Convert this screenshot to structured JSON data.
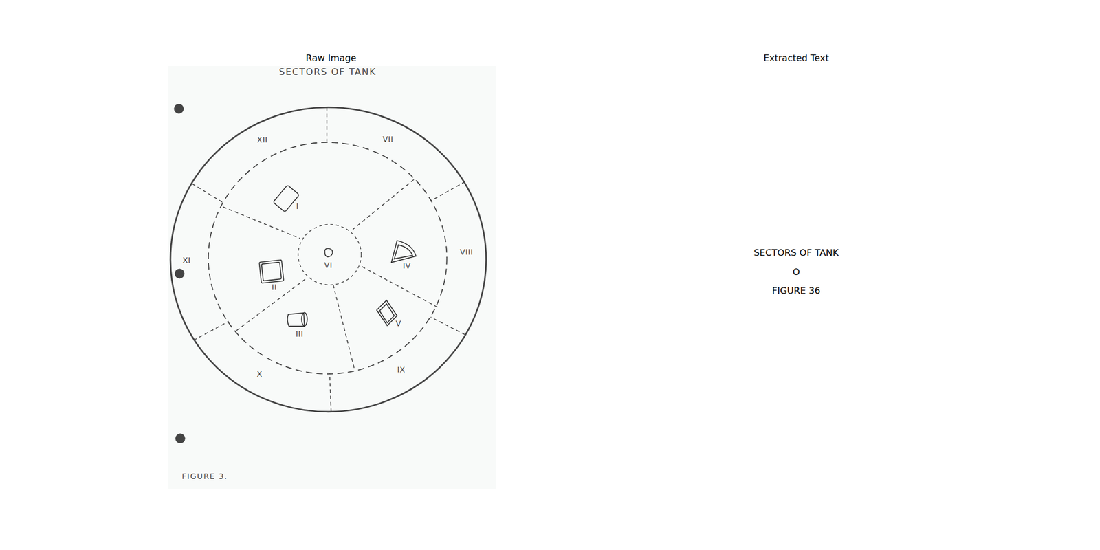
{
  "diagram": {
    "labels": [
      "Raw Image",
      "Extracted Text",
      "SECTORS OF TANK",
      "XII",
      "VII",
      "XI",
      "VIII",
      "X",
      "IX",
      "I",
      "II",
      "III",
      "IV",
      "V",
      "VI",
      "FIGURE 3.",
      "SECTORS OF TANK",
      "O",
      "FIGURE 36"
    ]
  }
}
